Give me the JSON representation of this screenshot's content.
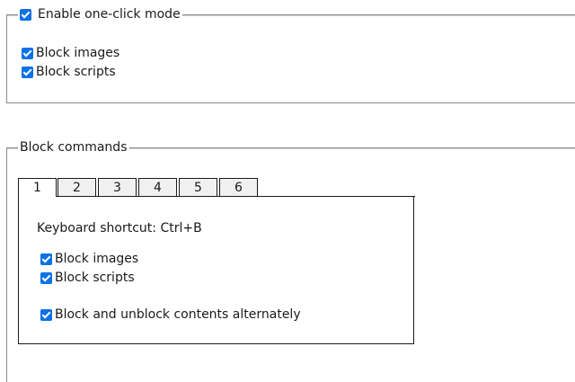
{
  "one_click": {
    "legend_label": "Enable one-click mode",
    "enabled": true,
    "options": [
      {
        "label": "Block images",
        "checked": true
      },
      {
        "label": "Block scripts",
        "checked": true
      }
    ]
  },
  "block_commands": {
    "legend_label": "Block commands",
    "tabs": [
      {
        "label": "1",
        "active": true
      },
      {
        "label": "2",
        "active": false
      },
      {
        "label": "3",
        "active": false
      },
      {
        "label": "4",
        "active": false
      },
      {
        "label": "5",
        "active": false
      },
      {
        "label": "6",
        "active": false
      }
    ],
    "panel": {
      "shortcut_text": "Keyboard shortcut: Ctrl+B",
      "options": [
        {
          "label": "Block images",
          "checked": true
        },
        {
          "label": "Block scripts",
          "checked": true
        }
      ],
      "alternate": {
        "label": "Block and unblock contents alternately",
        "checked": true
      }
    }
  },
  "colors": {
    "checkbox_accent": "#0b72e7",
    "tab_inactive_bg": "#f0f0f0",
    "border": "#8a8a8a"
  }
}
